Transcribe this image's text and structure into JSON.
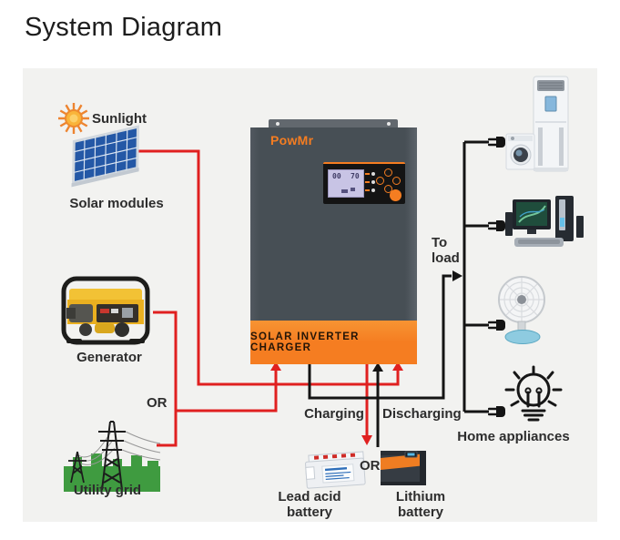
{
  "title": "System Diagram",
  "labels": {
    "sunlight": "Sunlight",
    "solar_modules": "Solar modules",
    "generator": "Generator",
    "or_sources": "OR",
    "utility_grid": "Utility grid",
    "to_load": "To load",
    "charging": "Charging",
    "discharging": "Discharging",
    "lead_acid_battery": "Lead acid battery",
    "or_batteries": "OR",
    "lithium_battery": "Lithium battery",
    "home_appliances": "Home appliances"
  },
  "inverter": {
    "brand": "PowMr",
    "band_label": "SOLAR INVERTER CHARGER",
    "lcd_left": "00",
    "lcd_right": "70"
  },
  "icons": {
    "sun": "sun-icon",
    "solar_panel": "solar-panel-icon",
    "generator": "generator-icon",
    "utility_grid": "utility-grid-icon",
    "lead_acid_battery": "lead-acid-battery-icon",
    "lithium_battery": "lithium-battery-icon",
    "air_conditioner": "air-conditioner-icon",
    "washing_machine": "washing-machine-icon",
    "computer": "computer-icon",
    "fan": "fan-icon",
    "light_bulb": "light-bulb-icon",
    "plug": "plug-icon"
  },
  "colors": {
    "line_red": "#e02020",
    "line_black": "#141414",
    "accent_orange": "#f57d21",
    "panel_bg": "#f2f2f0",
    "inverter_body": "#474f55"
  }
}
